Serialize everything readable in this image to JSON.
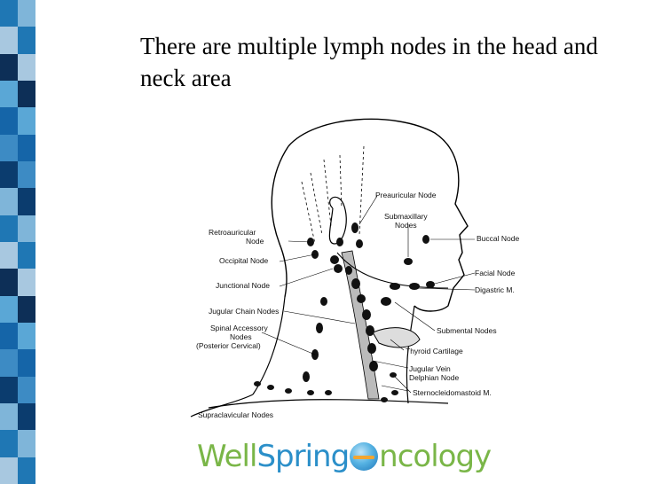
{
  "slide": {
    "title": "There are multiple lymph nodes in the head and neck area"
  },
  "diagram": {
    "labels": {
      "preauricular": "Preauricular  Node",
      "submaxillary_1": "Submaxillary",
      "submaxillary_2": "Nodes",
      "retroauricular_1": "Retroauricular",
      "retroauricular_2": "Node",
      "buccal": "Buccal Node",
      "occipital": "Occipital  Node",
      "facial": "Facial  Node",
      "junctional": "Junctional    Node",
      "digastric": "Digastric M.",
      "jugular_chain": "Jugular  Chain Nodes",
      "spinal_1": "Spinal  Accessory",
      "spinal_2": "Nodes",
      "spinal_3": "(Posterior  Cervical)",
      "submental": "Submental   Nodes",
      "thyroid": "Thyroid  Cartilage",
      "jugular_vein": "Jugular  Vein",
      "delphian": "Delphian  Node",
      "sternocleidomastoid": "Sternocleidomastoid  M.",
      "supraclavicular": "Supraclavicular  Nodes"
    }
  },
  "logo": {
    "part1": "Well",
    "part2": "Spring",
    "part3": "ncology"
  },
  "colors": {
    "strip": [
      "#1f77b4",
      "#5aa7d6",
      "#0b3c6e",
      "#a8c8e0",
      "#1565a8",
      "#7fb5d9",
      "#0d2f57",
      "#3d8bc4"
    ]
  }
}
